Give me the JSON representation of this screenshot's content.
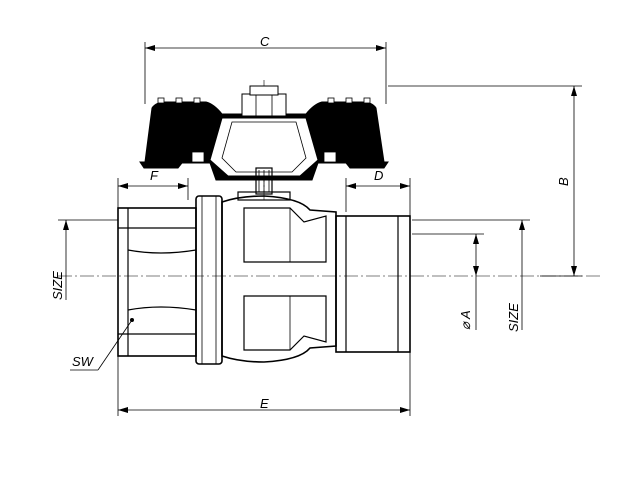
{
  "dimensions": {
    "c": "C",
    "b": "B",
    "d": "D",
    "e": "E",
    "f": "F",
    "a": "⌀ A",
    "size_left": "SIZE",
    "size_right": "SIZE",
    "sw": "SW"
  }
}
